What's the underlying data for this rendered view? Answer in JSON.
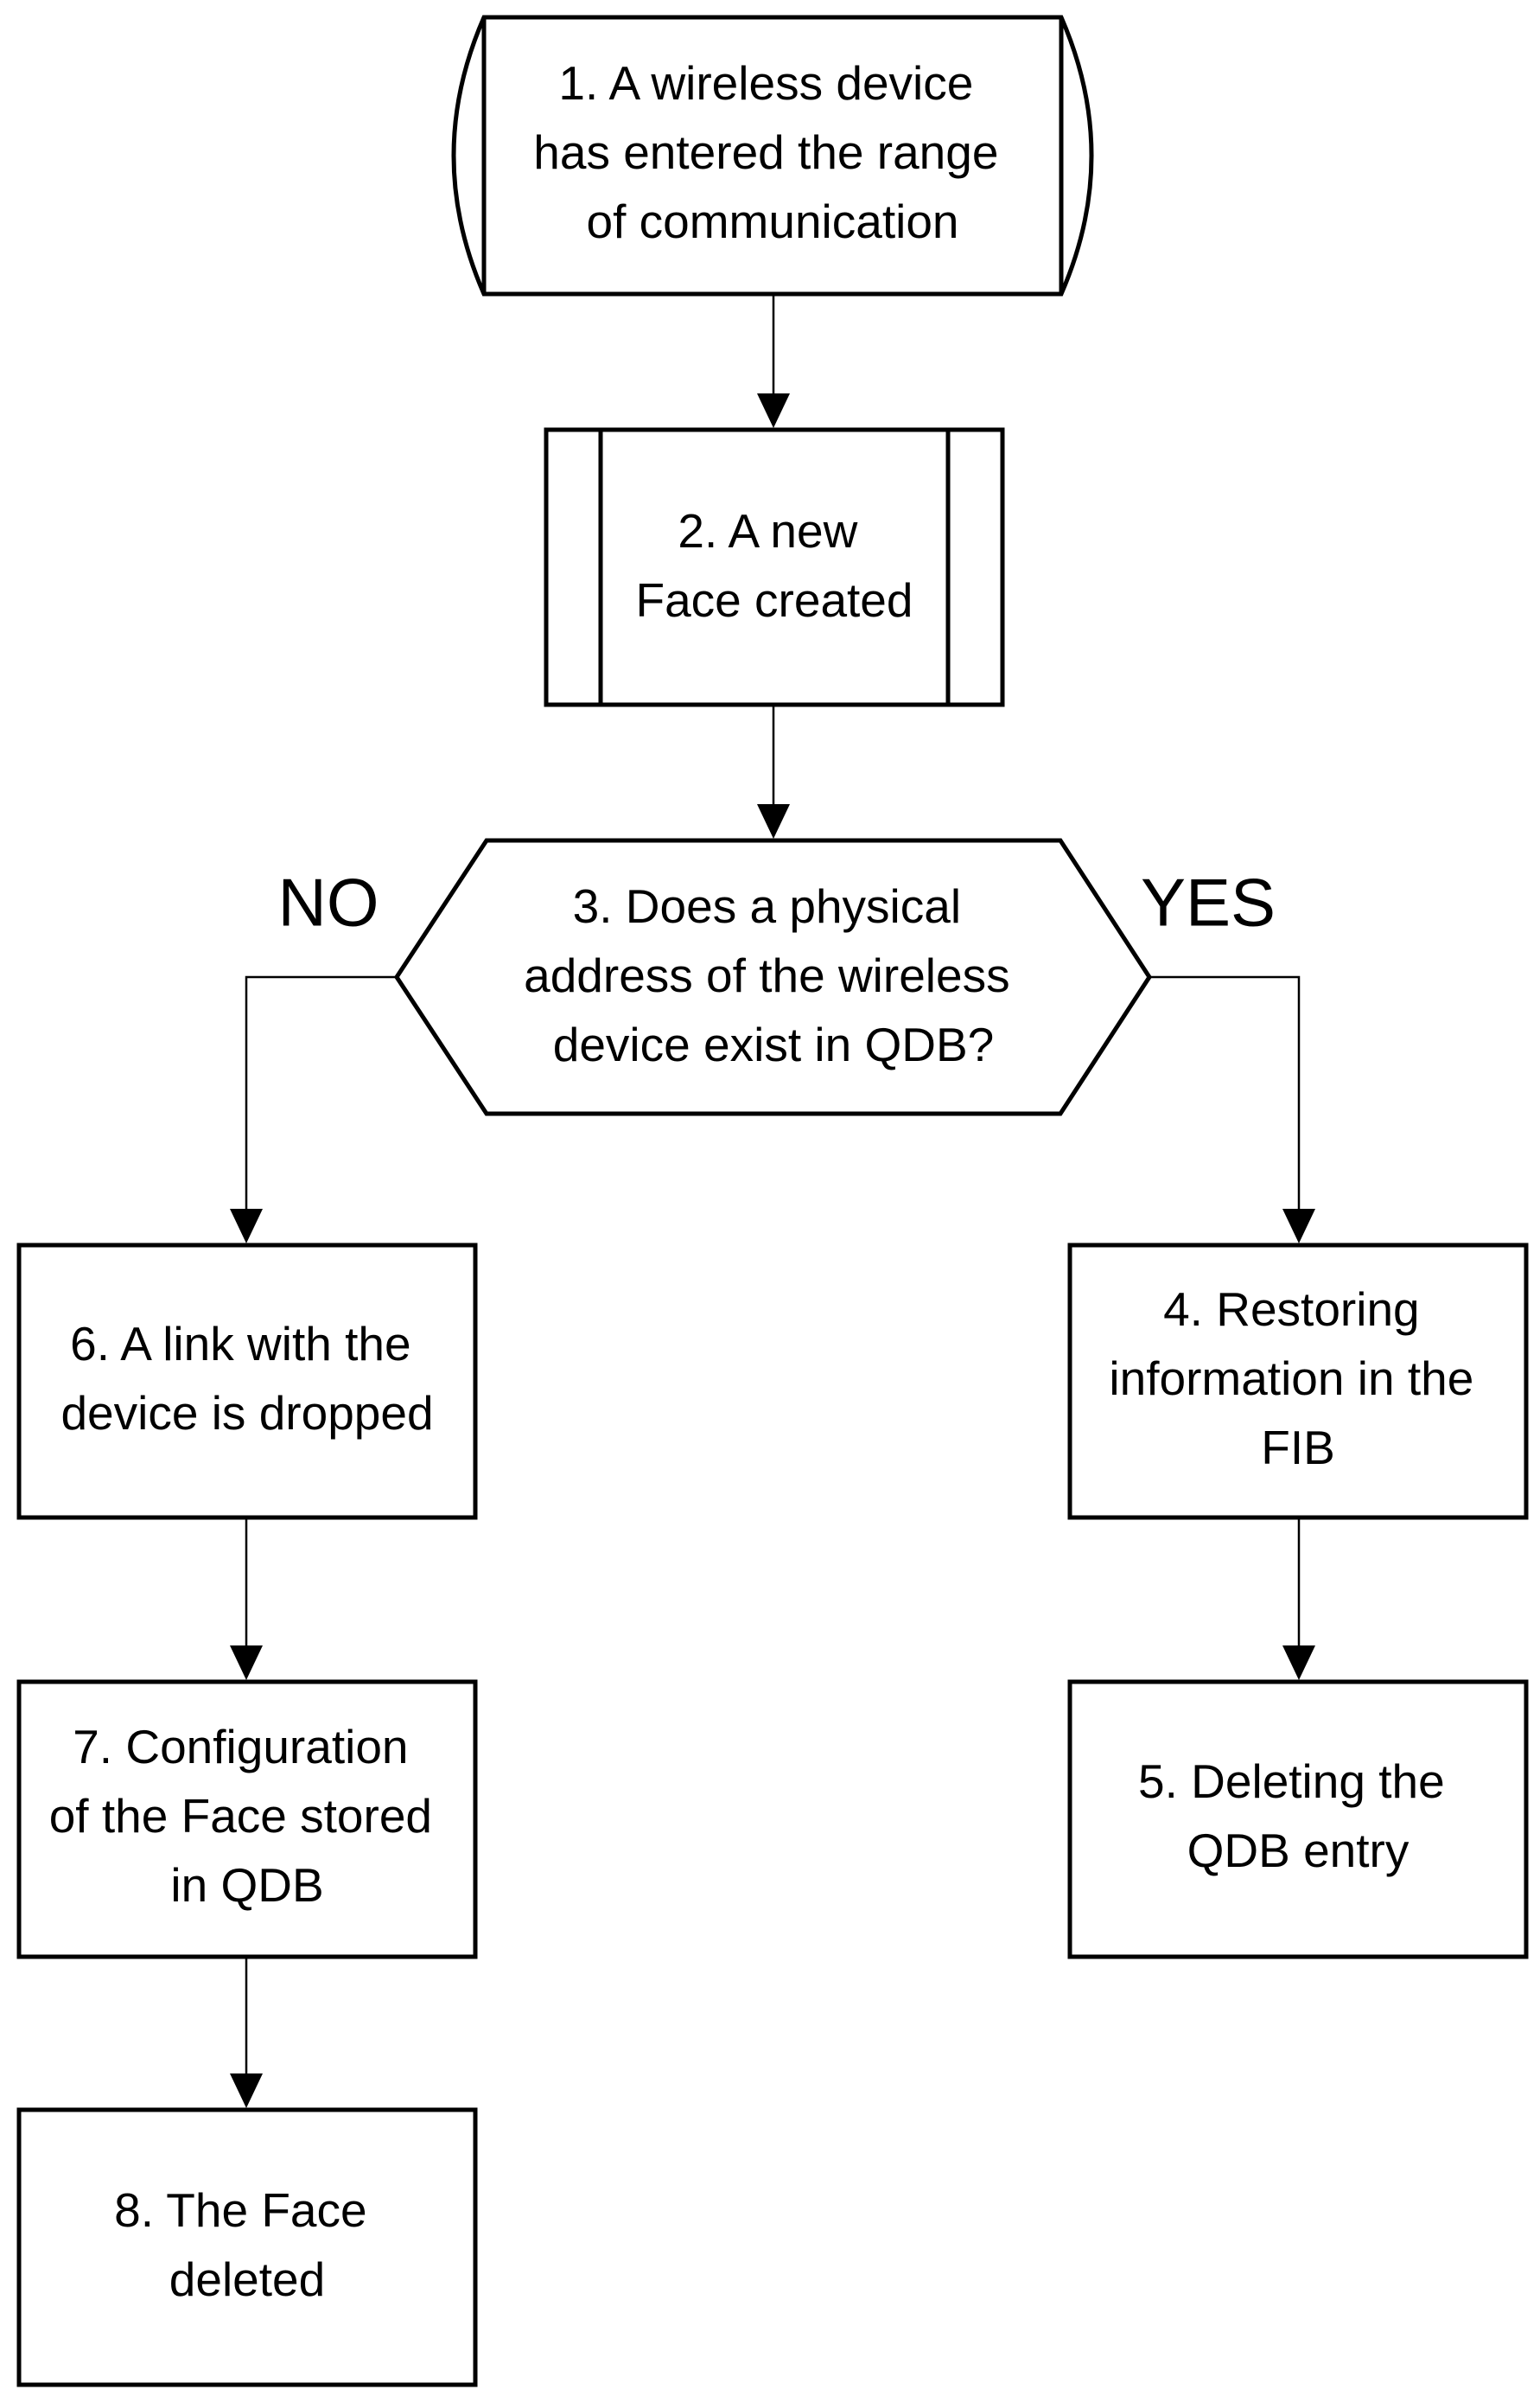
{
  "nodes": {
    "start": {
      "lines": [
        "1. A wireless device",
        "has entered the range",
        "of communication"
      ]
    },
    "face_created": {
      "lines": [
        "2. A new",
        "Face created"
      ]
    },
    "decision": {
      "lines": [
        "3. Does a physical",
        "address of the wireless",
        "device exist in QDB?"
      ]
    },
    "restoring": {
      "lines": [
        "4. Restoring",
        "information in the",
        "FIB"
      ]
    },
    "deleting_entry": {
      "lines": [
        "5. Deleting the",
        "QDB entry"
      ]
    },
    "link_dropped": {
      "lines": [
        "6. A link with the",
        "device is dropped"
      ]
    },
    "config_stored": {
      "lines": [
        "7. Configuration",
        "of the Face stored",
        "in QDB"
      ]
    },
    "face_deleted": {
      "lines": [
        "8. The Face",
        "deleted"
      ]
    }
  },
  "branches": {
    "no_label": "NO",
    "yes_label": "YES"
  }
}
